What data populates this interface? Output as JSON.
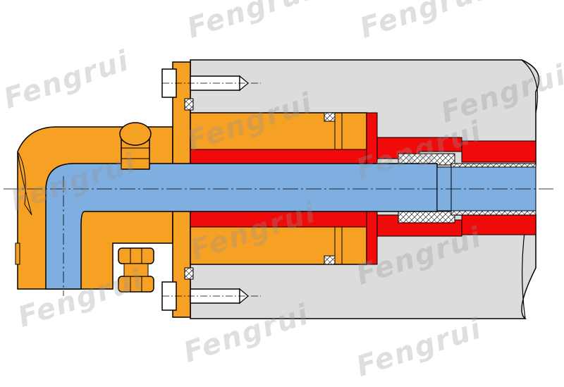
{
  "watermark": {
    "text": "Fengrui",
    "color": "#969696"
  },
  "colors": {
    "orange": "#F6A024",
    "blue": "#7FAEE0",
    "red": "#F00A0A",
    "gray": "#DCDCDC",
    "outline": "#000000",
    "white": "#FFFFFF"
  },
  "parts": [
    "elbow-housing",
    "drain-plug",
    "lock-nut",
    "mounting-flange",
    "flange-bolt",
    "rotor-housing",
    "feed-tube",
    "seal-sleeve",
    "carbon-ring",
    "drum-journal"
  ]
}
